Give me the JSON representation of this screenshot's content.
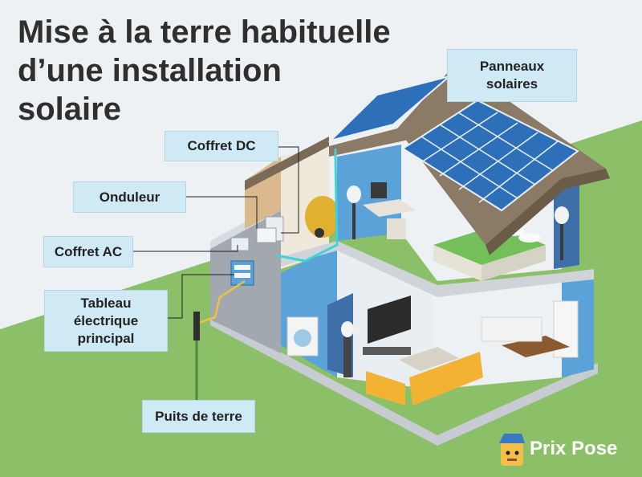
{
  "title": {
    "line1": "Mise à la terre habituelle",
    "line2": "d’une installation",
    "line3": "solaire"
  },
  "labels": {
    "panneaux_line1": "Panneaux",
    "panneaux_line2": "solaires",
    "coffret_dc": "Coffret DC",
    "onduleur": "Onduleur",
    "coffret_ac": "Coffret AC",
    "tableau_line1": "Tableau",
    "tableau_line2": "électrique",
    "tableau_line3": "principal",
    "puits": "Puits de terre"
  },
  "brand": {
    "name": "Prix Pose"
  },
  "colors": {
    "background": "#eef1f4",
    "grass": "#8cc068",
    "label_fill": "#cfe9f5",
    "cable": "#3fd3d3",
    "ground_wire": "#f0c040",
    "solar_panel": "#2d6fb8",
    "roof": "#8a7a66"
  },
  "icons": {
    "brand_logo": "mascot-face-icon",
    "ground_rod": "ground-rod-icon"
  }
}
